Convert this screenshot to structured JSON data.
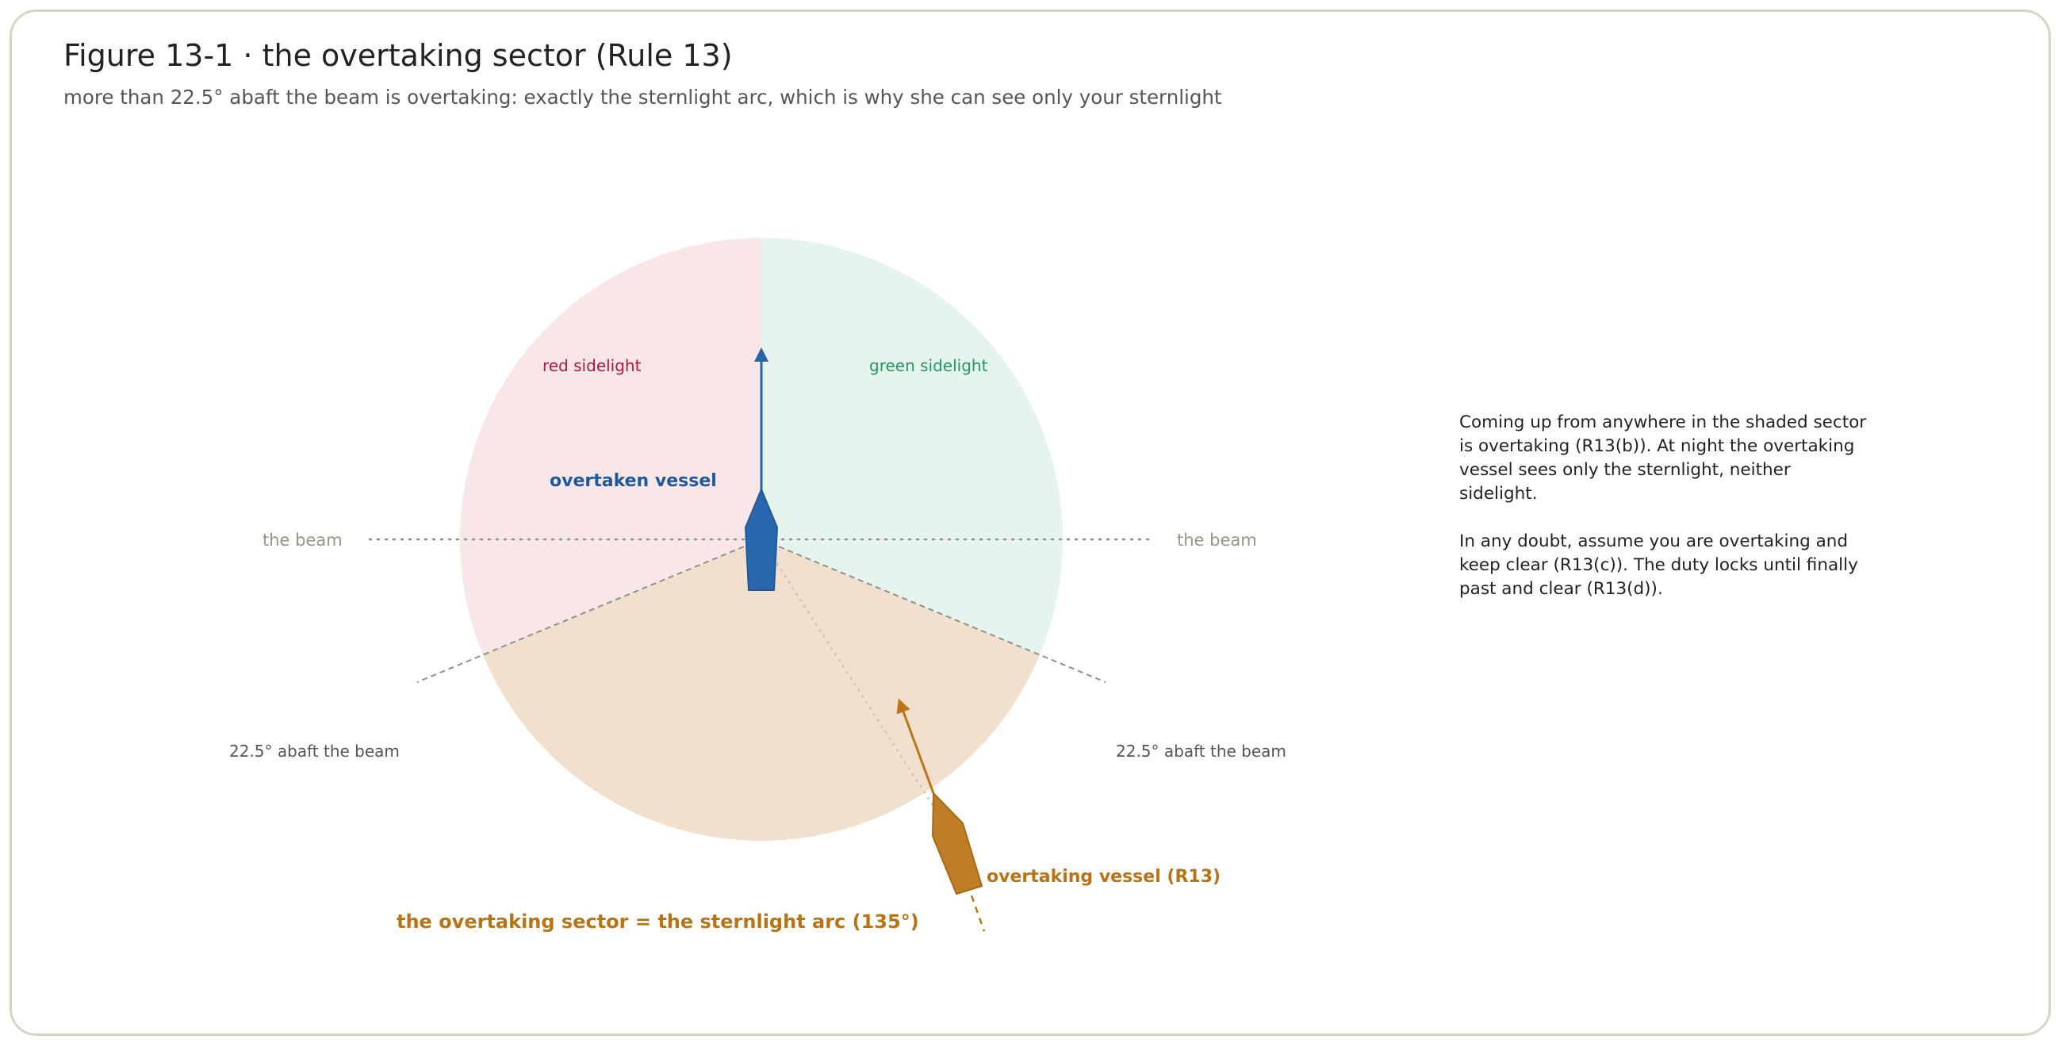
{
  "header": {
    "title": "Figure 13-1 · the overtaking sector (Rule 13)",
    "subtitle": "more than 22.5° abaft the beam is overtaking: exactly the sternlight arc, which is why she can see only your sternlight"
  },
  "diagram": {
    "labels": {
      "red_sidelight": "red sidelight",
      "green_sidelight": "green sidelight",
      "overtaken_vessel": "overtaken vessel",
      "beam_left": "the beam",
      "beam_right": "the beam",
      "abaft_left": "22.5° abaft the beam",
      "abaft_right": "22.5° abaft the beam",
      "overtaking_vessel": "overtaking vessel (R13)",
      "sector_caption": "the overtaking sector = the sternlight arc (135°)"
    },
    "sectors": [
      {
        "name": "red sidelight arc",
        "from_deg": -112.5,
        "to_deg": 0,
        "color": "#f8e6e9"
      },
      {
        "name": "green sidelight arc",
        "from_deg": 0,
        "to_deg": 112.5,
        "color": "#e6f4ee"
      },
      {
        "name": "sternlight arc",
        "from_deg": 112.5,
        "to_deg": 247.5,
        "color": "#f0e0cd"
      }
    ],
    "colors": {
      "red": "#b0183c",
      "green": "#229663",
      "overtaken": "#2464a8",
      "overtaken_text": "#1e5a9a",
      "overtaking": "#ba7516",
      "overtaking_text": "#b87314",
      "beam_text": "#999583",
      "abaft_text": "#555555",
      "guide": "#8f8f8f"
    }
  },
  "notes": {
    "paragraph1": "Coming up from anywhere in the shaded sector is overtaking (R13(b)). At night the overtaking vessel sees only the sternlight, neither sidelight.",
    "paragraph2": "In any doubt, assume you are overtaking and keep clear (R13(c)). The duty locks until finally past and clear (R13(d))."
  }
}
